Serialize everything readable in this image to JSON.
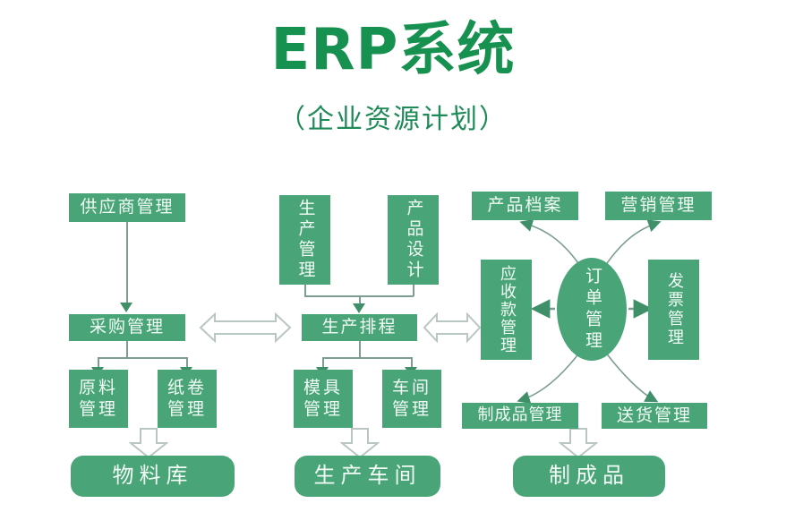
{
  "header": {
    "title": "ERP系统",
    "subtitle": "（企业资源计划）",
    "title_color": "#16914f",
    "subtitle_color": "#1e8a57"
  },
  "theme": {
    "node_fill": "#49a577",
    "node_text": "#f2fbf6",
    "connector_line": "#7d9d92",
    "arrowhead_fill": "#3f8f68",
    "block_arrow_stroke": "#b9c6c1",
    "background": "#ffffff"
  },
  "diagram": {
    "type": "flowchart",
    "columns": [
      {
        "name": "procurement-column",
        "nodes": [
          {
            "id": "supplier-management",
            "label": "供应商管理",
            "shape": "rect"
          },
          {
            "id": "purchasing-management",
            "label": "采购管理",
            "shape": "rect"
          },
          {
            "id": "raw-material-management",
            "label": "原料\n管理",
            "shape": "rect"
          },
          {
            "id": "paper-roll-management",
            "label": "纸卷\n管理",
            "shape": "rect"
          },
          {
            "id": "material-warehouse",
            "label": "物料库",
            "shape": "rounded"
          }
        ]
      },
      {
        "name": "production-column",
        "nodes": [
          {
            "id": "production-management",
            "label": "生产管理",
            "shape": "rect-vertical"
          },
          {
            "id": "product-design",
            "label": "产品设计",
            "shape": "rect-vertical"
          },
          {
            "id": "production-scheduling",
            "label": "生产排程",
            "shape": "rect"
          },
          {
            "id": "mold-management",
            "label": "模具\n管理",
            "shape": "rect"
          },
          {
            "id": "workshop-management",
            "label": "车间\n管理",
            "shape": "rect"
          },
          {
            "id": "production-workshop",
            "label": "生产车间",
            "shape": "rounded"
          }
        ]
      },
      {
        "name": "order-column",
        "nodes": [
          {
            "id": "product-archive",
            "label": "产品档案",
            "shape": "rect"
          },
          {
            "id": "marketing-management",
            "label": "营销管理",
            "shape": "rect"
          },
          {
            "id": "receivables-management",
            "label": "应收款管理",
            "shape": "rect-vertical"
          },
          {
            "id": "order-management",
            "label": "订单管理",
            "shape": "ellipse"
          },
          {
            "id": "invoice-management",
            "label": "发票管理",
            "shape": "rect-vertical"
          },
          {
            "id": "finished-goods-management",
            "label": "制成品管理",
            "shape": "rect"
          },
          {
            "id": "delivery-management",
            "label": "送货管理",
            "shape": "rect"
          },
          {
            "id": "finished-goods",
            "label": "制成品",
            "shape": "rounded"
          }
        ]
      }
    ],
    "connections": [
      {
        "from": "supplier-management",
        "to": "purchasing-management",
        "style": "line-arrow"
      },
      {
        "from": "purchasing-management",
        "to": "raw-material-management",
        "style": "line-arrow"
      },
      {
        "from": "purchasing-management",
        "to": "paper-roll-management",
        "style": "line-arrow"
      },
      {
        "from": "raw-material-management",
        "to": "material-warehouse",
        "style": "block-arrow-down"
      },
      {
        "from": "production-management",
        "to": "production-scheduling",
        "style": "line-arrow"
      },
      {
        "from": "product-design",
        "to": "production-scheduling",
        "style": "line-arrow"
      },
      {
        "from": "production-scheduling",
        "to": "mold-management",
        "style": "line-arrow"
      },
      {
        "from": "production-scheduling",
        "to": "workshop-management",
        "style": "line-arrow"
      },
      {
        "from": "mold-management",
        "to": "production-workshop",
        "style": "block-arrow-down"
      },
      {
        "from": "purchasing-management",
        "to": "production-scheduling",
        "style": "block-arrow-bidirectional"
      },
      {
        "from": "production-scheduling",
        "to": "receivables-management",
        "style": "block-arrow-bidirectional"
      },
      {
        "from": "order-management",
        "to": "product-archive",
        "style": "curved-arrow"
      },
      {
        "from": "order-management",
        "to": "marketing-management",
        "style": "curved-arrow"
      },
      {
        "from": "order-management",
        "to": "receivables-management",
        "style": "line-arrow"
      },
      {
        "from": "order-management",
        "to": "invoice-management",
        "style": "line-arrow"
      },
      {
        "from": "order-management",
        "to": "finished-goods-management",
        "style": "curved-arrow"
      },
      {
        "from": "order-management",
        "to": "delivery-management",
        "style": "curved-arrow"
      },
      {
        "from": "finished-goods-management",
        "to": "finished-goods",
        "style": "block-arrow-down"
      }
    ]
  }
}
